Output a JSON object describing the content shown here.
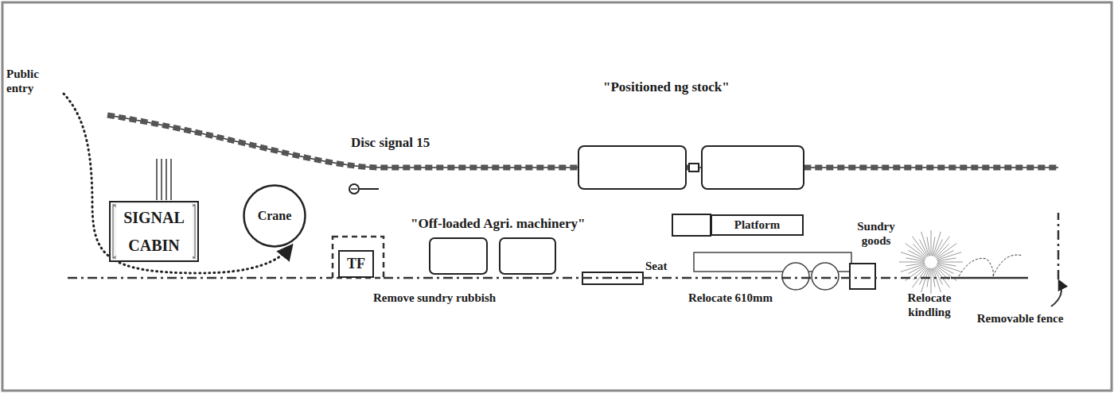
{
  "diagram": {
    "nodes": [
      {
        "text": [
          "SIGNAL CABIN"
        ]
      },
      {
        "text": [
          "Crane"
        ]
      },
      {
        "text": [
          "TF"
        ]
      },
      {
        "text": [
          "Platform"
        ]
      }
    ],
    "labels": [
      "Public entry",
      "Disc signal 15",
      "\"Positioned ng stock\"",
      "\"Off-loaded Agri. machinery\"",
      "Seat",
      "Sundry goods",
      "Remove sundry rubbish",
      "Relocate 610mm",
      "Relocate kindling",
      "Removable fence"
    ]
  }
}
